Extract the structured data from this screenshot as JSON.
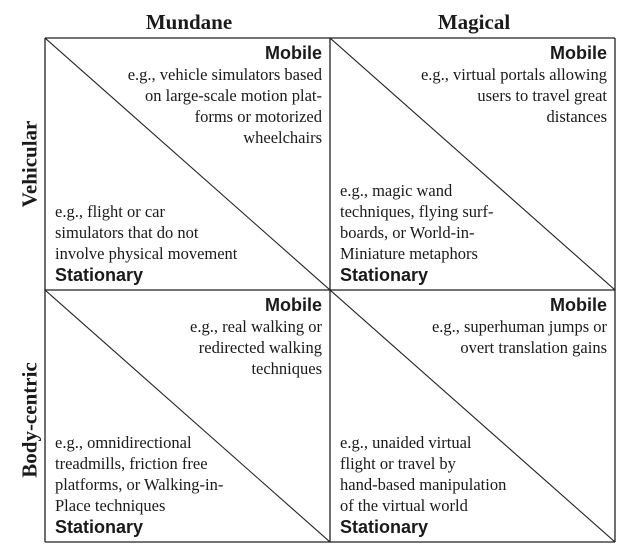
{
  "columns": [
    "Mundane",
    "Magical"
  ],
  "rows": [
    "Vehicular",
    "Body-centric"
  ],
  "cells": [
    {
      "mobile_label": "Mobile",
      "mobile_text": "e.g., vehicle simulators based\non large-scale motion plat-\nforms or motorized\nwheelchairs",
      "stationary_label": "Stationary",
      "stationary_text": "e.g., flight or car\nsimulators that do not\ninvolve physical movement"
    },
    {
      "mobile_label": "Mobile",
      "mobile_text": "e.g., virtual portals allowing\nusers to travel great\ndistances",
      "stationary_label": "Stationary",
      "stationary_text": "e.g., magic wand\ntechniques, flying surf-\nboards, or World-in-\nMiniature metaphors"
    },
    {
      "mobile_label": "Mobile",
      "mobile_text": "e.g., real walking or\nredirected walking\ntechniques",
      "stationary_label": "Stationary",
      "stationary_text": "e.g., omnidirectional\ntreadmills, friction free\nplatforms, or Walking-in-\nPlace techniques"
    },
    {
      "mobile_label": "Mobile",
      "mobile_text": "e.g., superhuman jumps or\novert translation gains",
      "stationary_label": "Stationary",
      "stationary_text": "e.g., unaided virtual\nflight or travel by\nhand-based manipulation\nof the virtual world"
    }
  ]
}
